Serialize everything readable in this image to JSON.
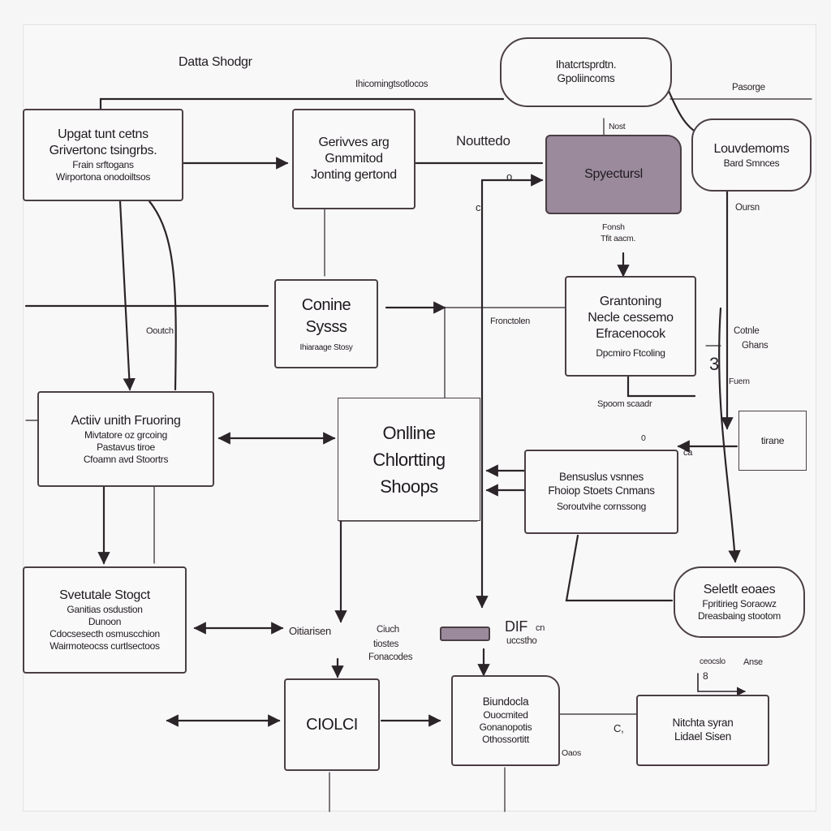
{
  "title": "Datta Shodgr",
  "boxes": {
    "update": [
      "Upgat tunt cetns",
      "Grivertonc tsingrbs.",
      "Frain srftogans",
      "Wirportona onodoiltsos"
    ],
    "curives": [
      "Gerivves arg",
      "Gnmmitod",
      "Jonting gertond"
    ],
    "cloud_top": [
      "Ihatcrtsprdtn.",
      "Gpoliincoms"
    ],
    "spyectursl": [
      "Spyectursl"
    ],
    "louvdemoms": [
      "Louvdemoms",
      "Bard Smnces"
    ],
    "conine": [
      "Conine",
      "Sysss",
      "Ihiaraage Stosy"
    ],
    "granto": [
      "Grantoning",
      "Necle cessemo",
      "Efracenocok",
      "Dpcmiro Ftcoling"
    ],
    "activ": [
      "Actiiv unith  Fruoring",
      "Mivtatore oz grcoing",
      "Pastavus tiroe",
      "Cfoamn avd Stoortrs"
    ],
    "online": [
      "Onlline",
      "Chlortting",
      "Shoops"
    ],
    "tirane": [
      "tirane"
    ],
    "bensuals": [
      "Bensuslus vsnnes",
      "Fhoiop Stoets Cnmans",
      "Soroutvihe cornssong"
    ],
    "svetutale": [
      "Svetutale Stogct",
      "Ganitias osdustion",
      "Dunoon",
      "Cdocsesecth osmuscchion",
      "Wairmoteocss curtlsectoos"
    ],
    "seletlt": [
      "Seletlt eoaes",
      "Fpritirieg Soraowz",
      "Dreasbaing stootom"
    ],
    "ciolci": [
      "CIOLCI"
    ],
    "biundocla": [
      "Biundocla",
      "Ouocmited",
      "Gonanopotis",
      "Othossortitt"
    ],
    "nitchta": [
      "Nitchta syran",
      "Lidael Sisen"
    ]
  },
  "labels": {
    "ncoming": "Ihicomingtsotlocos",
    "nouttedo": "Nouttedo",
    "pasorge": "Pasorge",
    "nost": "Nost",
    "fonsh": "Fonsh",
    "thshacm": "Tfit aacm.",
    "oursn": "Oursn",
    "ooutch": "Ooutch",
    "fronctolen": "Fronctolen",
    "colne": "Cotnle",
    "ghans": "Ghans",
    "num3": "3",
    "fuem": "Fuem",
    "spoom": "Spoom scaadr",
    "num0": "0",
    "o_top": "o",
    "o_left": "c",
    "oitionsen": "Oitiarisen",
    "ciuch": "Ciuch",
    "tiostes": "tiostes",
    "fonacodes": "Fonacodes",
    "dif": "DIF",
    "dif_sub": "cn",
    "uccsstno": "uccstho",
    "ca": "ca",
    "anse": "Anse",
    "ceocslo": "ceocslo",
    "num8": "8",
    "oaos": "Oaos",
    "cg": "C,"
  },
  "colors": {
    "stroke": "#2b2428",
    "box_border": "#4a3f45",
    "accent_fill": "#9b8a9c",
    "background": "#f7f6f7"
  }
}
